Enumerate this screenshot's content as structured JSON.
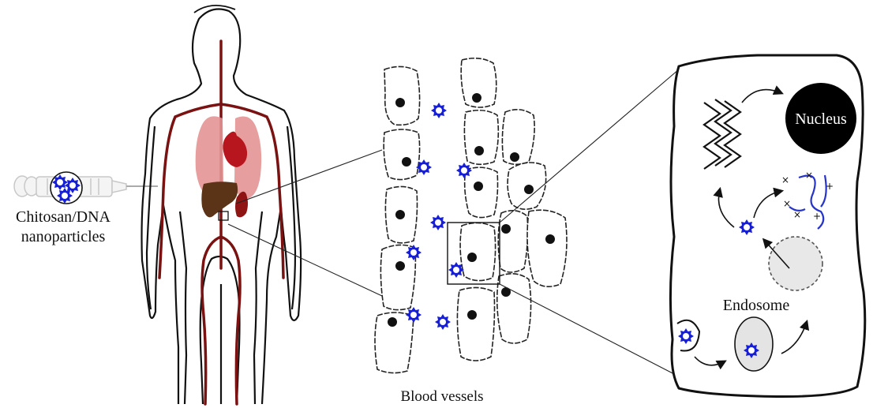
{
  "labels": {
    "nanoparticles_line1": "Chitosan/DNA",
    "nanoparticles_line2": "nanoparticles",
    "blood_vessels": "Blood vessels",
    "nucleus": "Nucleus",
    "endosome": "Endosome"
  },
  "colors": {
    "vessel": "#7a1212",
    "lung": "#e39494",
    "heart": "#b8161e",
    "liver": "#5b3317",
    "kidney": "#8f1515",
    "nanoparticle": "#1720d6",
    "dna_strand": "#2634c9",
    "nucleus": "#000000",
    "endosome_fill": "#e4e4e4"
  },
  "icons": {
    "nanoparticle": "nanoparticle-icon",
    "syringe": "syringe-icon",
    "dna_helix": "dna-helix-icon"
  }
}
